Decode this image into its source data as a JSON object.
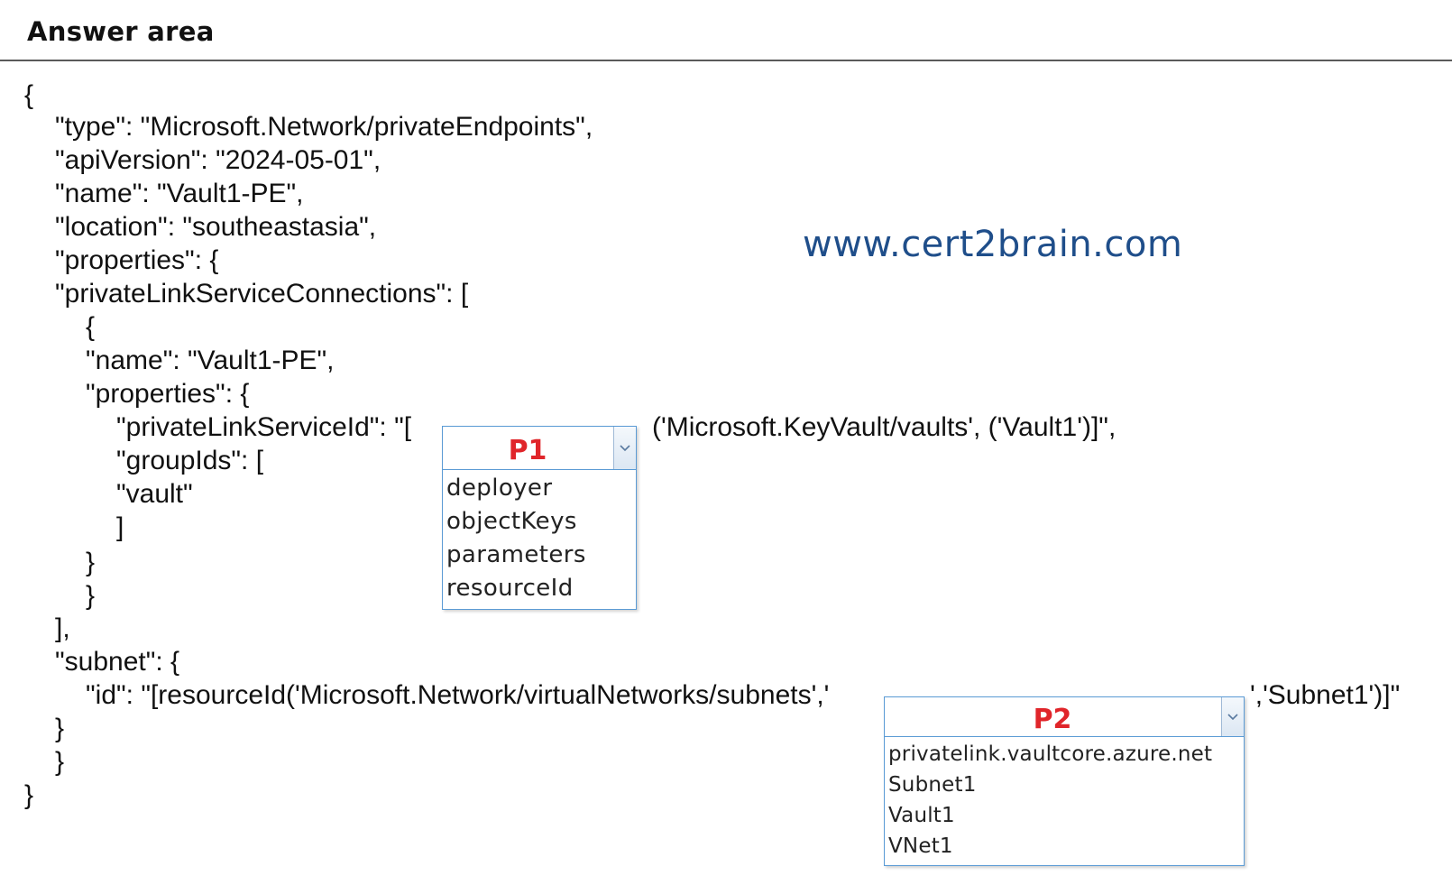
{
  "header": {
    "title": "Answer area"
  },
  "watermark": "www.cert2brain.com",
  "code": {
    "l1": "{",
    "l2": "\"type\": \"Microsoft.Network/privateEndpoints\",",
    "l3": "\"apiVersion\": \"2024-05-01\",",
    "l4": "\"name\": \"Vault1-PE\",",
    "l5": "\"location\": \"southeastasia\",",
    "l6": "\"properties\": {",
    "l7": "\"privateLinkServiceConnections\": [",
    "l8": "{",
    "l9": "\"name\": \"Vault1-PE\",",
    "l10": "\"properties\": {",
    "l11_prefix": "\"privateLinkServiceId\": \"[",
    "l11_suffix": "('Microsoft.KeyVault/vaults', ('Vault1')]\",",
    "l12": "\"groupIds\": [",
    "l13": "\"vault\"",
    "l14": "]",
    "l15": "}",
    "l16": "}",
    "l17": "],",
    "l18": "\"subnet\": {",
    "l19_prefix": "\"id\": \"[resourceId('Microsoft.Network/virtualNetworks/subnets','",
    "l19_suffix": "','Subnet1')]\"",
    "l20": "}",
    "l21": "}",
    "l22": "}"
  },
  "dropdowns": {
    "p1": {
      "label": "P1",
      "options": [
        "deployer",
        "objectKeys",
        "parameters",
        "resourceId"
      ]
    },
    "p2": {
      "label": "P2",
      "options": [
        "privatelink.vaultcore.azure.net",
        "Subnet1",
        "Vault1",
        "VNet1"
      ]
    }
  },
  "icons": {
    "dropdown_arrow": "chevron-down-icon"
  },
  "colors": {
    "placeholder": "#e0252a",
    "watermark": "#1f4e8a",
    "dropdown_border": "#5b9bd5"
  }
}
